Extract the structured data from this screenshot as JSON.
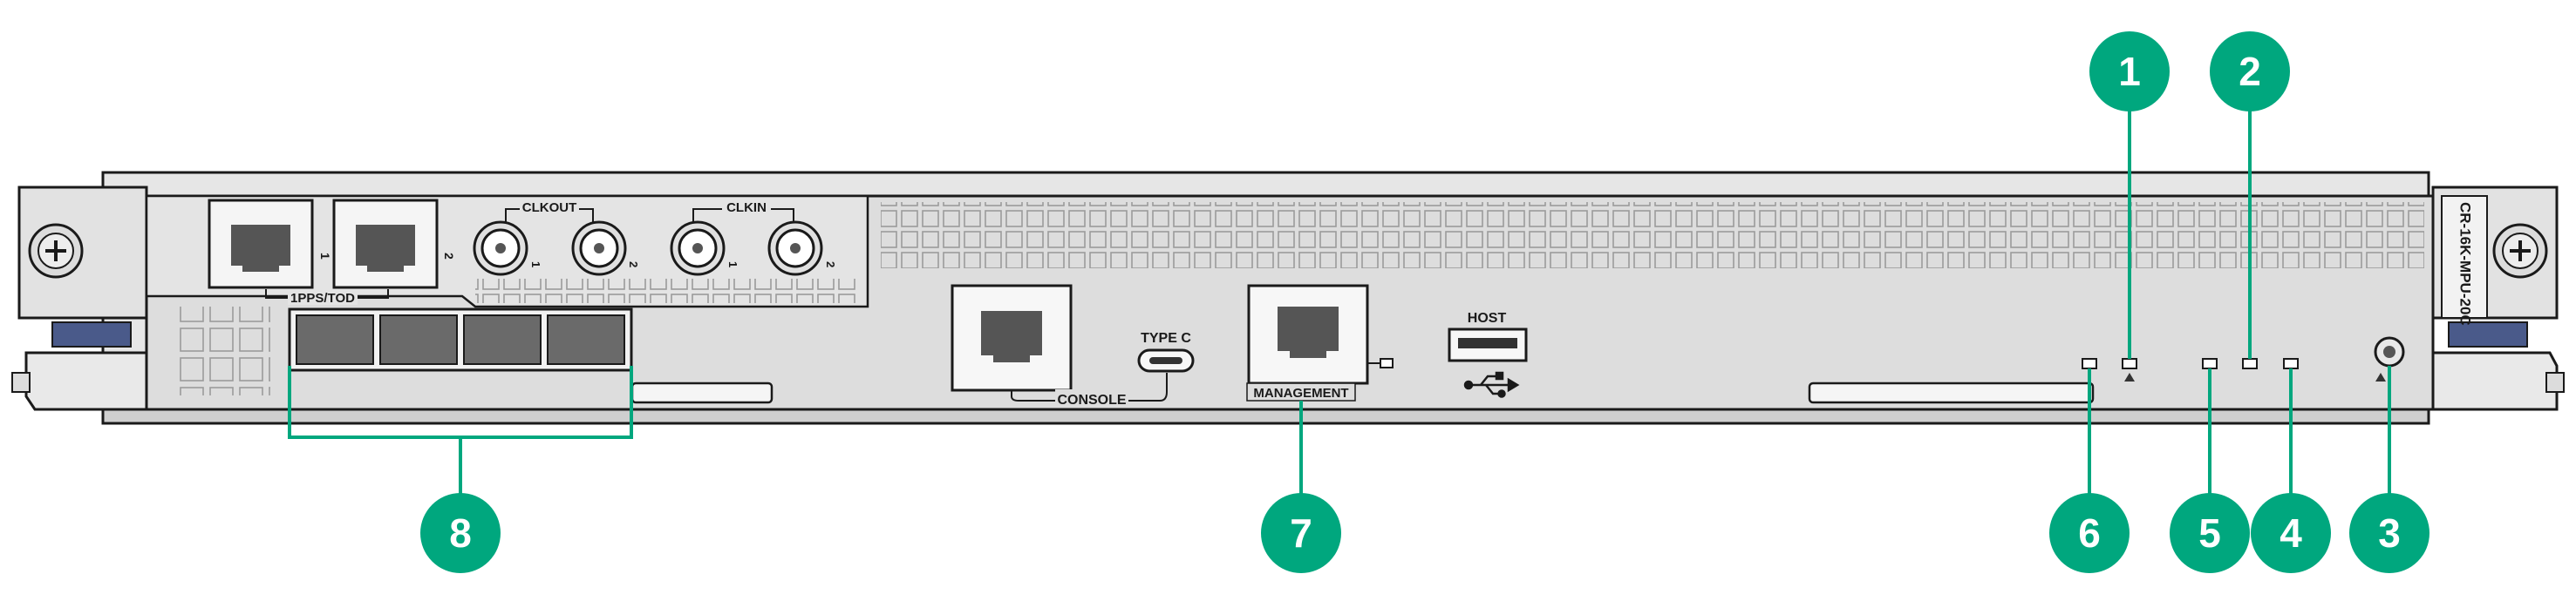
{
  "labels": {
    "pps_tod": "1PPS/TOD",
    "clkout": "CLKOUT",
    "clkin": "CLKIN",
    "type_c": "TYPE C",
    "console": "CONSOLE",
    "management": "MANAGEMENT",
    "host": "HOST",
    "model": "CR-16K-MPU-20C",
    "port_1": "1",
    "port_2": "2"
  },
  "callouts": [
    {
      "id": "1",
      "label": "1"
    },
    {
      "id": "2",
      "label": "2"
    },
    {
      "id": "3",
      "label": "3"
    },
    {
      "id": "4",
      "label": "4"
    },
    {
      "id": "5",
      "label": "5"
    },
    {
      "id": "6",
      "label": "6"
    },
    {
      "id": "7",
      "label": "7"
    },
    {
      "id": "8",
      "label": "8"
    }
  ],
  "colors": {
    "callout": "#00a77e",
    "panel": "#dcdcdc",
    "chassis": "#e8e8e8",
    "outline": "#1a1a1a",
    "rail_handle": "#4a5a8a"
  }
}
